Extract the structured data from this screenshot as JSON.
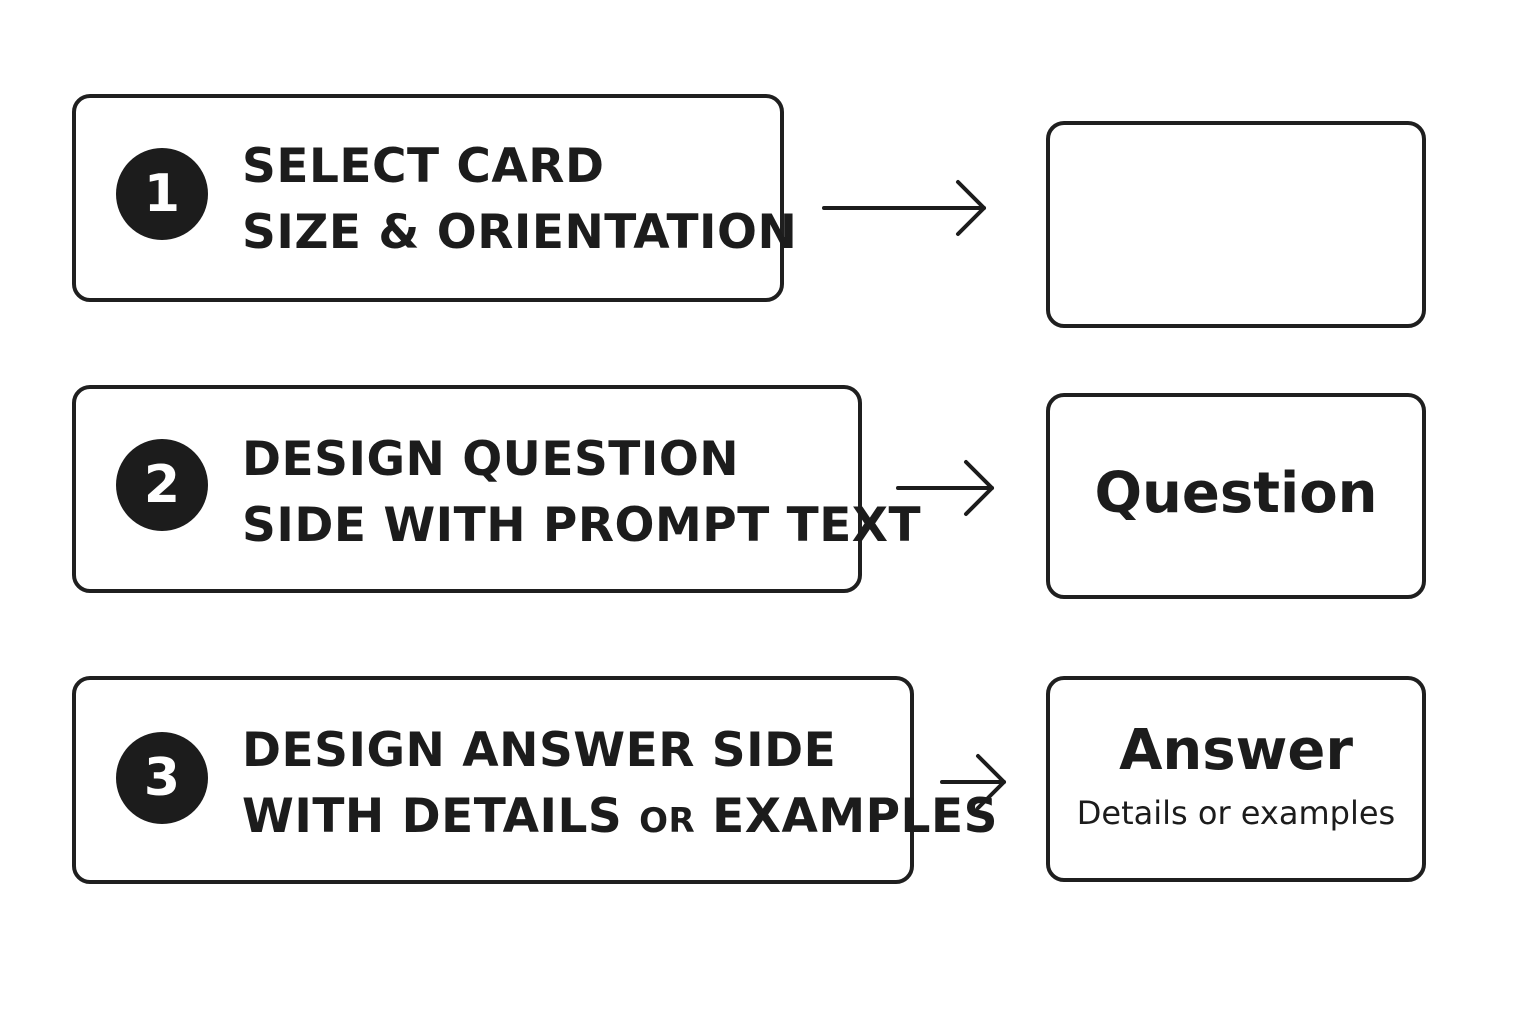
{
  "steps": [
    {
      "number": "1",
      "line1": "SELECT CARD",
      "line2": "SIZE & ORIENTATION"
    },
    {
      "number": "2",
      "line1": "DESIGN QUESTION",
      "line2": "SIDE WITH PROMPT TEXT"
    },
    {
      "number": "3",
      "line1": "DESIGN ANSWER SIDE",
      "line2_a": "WITH DETAILS",
      "line2_b": "OR",
      "line2_c": "EXAMPLES"
    }
  ],
  "cards": {
    "blank": {},
    "question": {
      "title": "Question"
    },
    "answer": {
      "title": "Answer",
      "subtitle": "Details or examples"
    }
  },
  "icons": {
    "arrow": "right-arrow-icon"
  },
  "colors": {
    "ink": "#1c1c1c",
    "background": "#ffffff"
  }
}
